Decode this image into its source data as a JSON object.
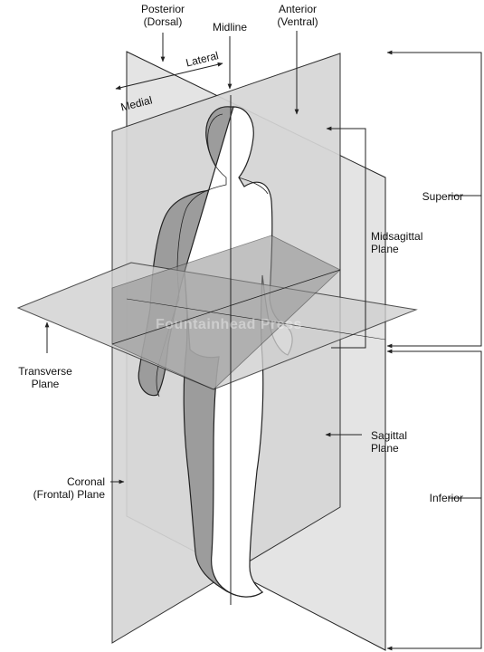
{
  "labels": {
    "posterior_line1": "Posterior",
    "posterior_line2": "(Dorsal)",
    "midline": "Midline",
    "anterior_line1": "Anterior",
    "anterior_line2": "(Ventral)",
    "lateral": "Lateral",
    "medial": "Medial",
    "superior": "Superior",
    "midsagittal_line1": "Midsagittal",
    "midsagittal_line2": "Plane",
    "transverse_line1": "Transverse",
    "transverse_line2": "Plane",
    "sagittal_line1": "Sagittal",
    "sagittal_line2": "Plane",
    "coronal_line1": "Coronal",
    "coronal_line2": "(Frontal) Plane",
    "inferior": "Inferior"
  },
  "watermark": "Fountainhead Press",
  "colors": {
    "plane_light": "#e6e6e6",
    "plane_mid": "#bdbdbd",
    "plane_dark": "#8e8e8e",
    "body_fill": "#ffffff",
    "body_shade": "#9a9a9a",
    "outline": "#222222"
  }
}
